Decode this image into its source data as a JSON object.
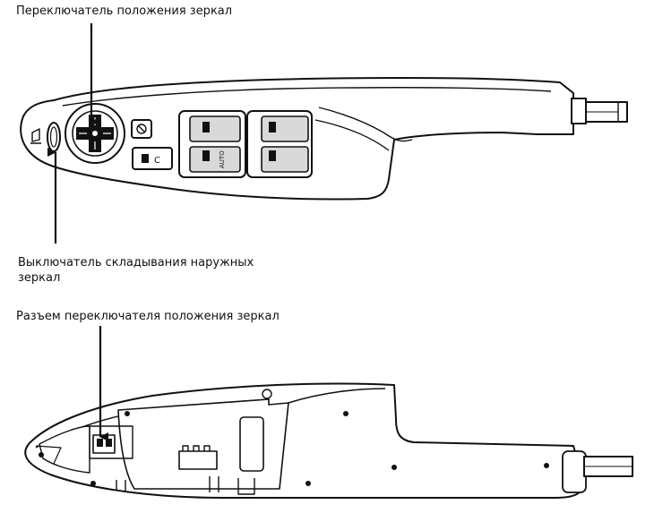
{
  "labels": {
    "mirror_switch": "Переключатель положения зеркал",
    "fold_switch_line1": "Выключатель складывания наружных",
    "fold_switch_line2": "зеркал",
    "connector": "Разъем переключателя положения зеркал"
  },
  "button_marks": {
    "lock_switch": "C",
    "auto_button": "AUTO"
  },
  "colors": {
    "ink": "#111111",
    "shade": "#d9d9d9",
    "paper": "#ffffff"
  }
}
